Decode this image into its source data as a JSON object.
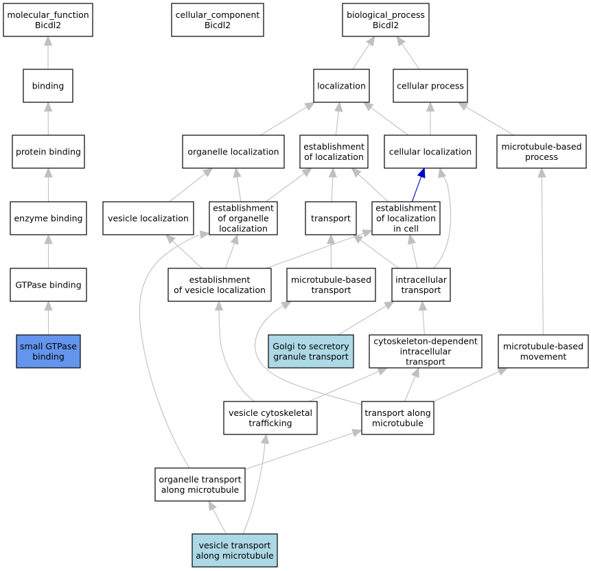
{
  "colors": {
    "default_fill": "#ffffff",
    "query_fill": "#6495ed",
    "annotated_fill": "#add8e6",
    "edge_gray": "#c0c0c0",
    "edge_highlight": "#0000cd"
  },
  "nodes": [
    {
      "id": "mf",
      "lines": [
        "molecular_function",
        "Bicdl2"
      ],
      "style": "default"
    },
    {
      "id": "cc",
      "lines": [
        "cellular_component",
        "Bicdl2"
      ],
      "style": "default"
    },
    {
      "id": "bp",
      "lines": [
        "biological_process",
        "Bicdl2"
      ],
      "style": "default"
    },
    {
      "id": "binding",
      "lines": [
        "binding"
      ],
      "style": "default"
    },
    {
      "id": "localization",
      "lines": [
        "localization"
      ],
      "style": "default"
    },
    {
      "id": "cellular_process",
      "lines": [
        "cellular process"
      ],
      "style": "default"
    },
    {
      "id": "protein_binding",
      "lines": [
        "protein binding"
      ],
      "style": "default"
    },
    {
      "id": "organelle_localization",
      "lines": [
        "organelle localization"
      ],
      "style": "default"
    },
    {
      "id": "establishment_of_localization",
      "lines": [
        "establishment",
        "of localization"
      ],
      "style": "default"
    },
    {
      "id": "cellular_localization",
      "lines": [
        "cellular localization"
      ],
      "style": "default"
    },
    {
      "id": "microtubule_based_process",
      "lines": [
        "microtubule-based",
        "process"
      ],
      "style": "default"
    },
    {
      "id": "enzyme_binding",
      "lines": [
        "enzyme binding"
      ],
      "style": "default"
    },
    {
      "id": "vesicle_localization",
      "lines": [
        "vesicle localization"
      ],
      "style": "default"
    },
    {
      "id": "establishment_of_organelle_localization",
      "lines": [
        "establishment",
        "of organelle",
        "localization"
      ],
      "style": "default"
    },
    {
      "id": "transport",
      "lines": [
        "transport"
      ],
      "style": "default"
    },
    {
      "id": "establishment_of_localization_in_cell",
      "lines": [
        "establishment",
        "of localization",
        "in cell"
      ],
      "style": "default"
    },
    {
      "id": "gtpase_binding",
      "lines": [
        "GTPase binding"
      ],
      "style": "default"
    },
    {
      "id": "establishment_of_vesicle_localization",
      "lines": [
        "establishment",
        "of vesicle localization"
      ],
      "style": "default"
    },
    {
      "id": "microtubule_based_transport",
      "lines": [
        "microtubule-based",
        "transport"
      ],
      "style": "default"
    },
    {
      "id": "intracellular_transport",
      "lines": [
        "intracellular",
        "transport"
      ],
      "style": "default"
    },
    {
      "id": "small_gtpase_binding",
      "lines": [
        "small GTPase",
        "binding"
      ],
      "style": "query"
    },
    {
      "id": "golgi_to_secretory",
      "lines": [
        "Golgi to secretory",
        "granule transport"
      ],
      "style": "annotated"
    },
    {
      "id": "cytoskeleton_dependent",
      "lines": [
        "cytoskeleton-dependent",
        "intracellular",
        "transport"
      ],
      "style": "default"
    },
    {
      "id": "microtubule_based_movement",
      "lines": [
        "microtubule-based",
        "movement"
      ],
      "style": "default"
    },
    {
      "id": "vesicle_cytoskeletal_trafficking",
      "lines": [
        "vesicle cytoskeletal",
        "trafficking"
      ],
      "style": "default"
    },
    {
      "id": "transport_along_microtubule",
      "lines": [
        "transport along",
        "microtubule"
      ],
      "style": "default"
    },
    {
      "id": "organelle_transport_along_microtubule",
      "lines": [
        "organelle transport",
        "along microtubule"
      ],
      "style": "default"
    },
    {
      "id": "vesicle_transport_along_microtubule",
      "lines": [
        "vesicle transport",
        "along microtubule"
      ],
      "style": "annotated"
    }
  ],
  "edges": [
    {
      "from": "binding",
      "to": "mf"
    },
    {
      "from": "protein_binding",
      "to": "binding"
    },
    {
      "from": "enzyme_binding",
      "to": "protein_binding"
    },
    {
      "from": "gtpase_binding",
      "to": "enzyme_binding"
    },
    {
      "from": "small_gtpase_binding",
      "to": "gtpase_binding"
    },
    {
      "from": "localization",
      "to": "bp"
    },
    {
      "from": "cellular_process",
      "to": "bp"
    },
    {
      "from": "organelle_localization",
      "to": "localization"
    },
    {
      "from": "establishment_of_localization",
      "to": "localization"
    },
    {
      "from": "cellular_localization",
      "to": "localization"
    },
    {
      "from": "cellular_localization",
      "to": "cellular_process"
    },
    {
      "from": "microtubule_based_process",
      "to": "cellular_process"
    },
    {
      "from": "vesicle_localization",
      "to": "organelle_localization"
    },
    {
      "from": "establishment_of_organelle_localization",
      "to": "organelle_localization"
    },
    {
      "from": "establishment_of_organelle_localization",
      "to": "establishment_of_localization"
    },
    {
      "from": "transport",
      "to": "establishment_of_localization"
    },
    {
      "from": "establishment_of_localization_in_cell",
      "to": "establishment_of_localization"
    },
    {
      "from": "establishment_of_localization_in_cell",
      "to": "cellular_localization",
      "highlight": true
    },
    {
      "from": "establishment_of_vesicle_localization",
      "to": "vesicle_localization"
    },
    {
      "from": "establishment_of_vesicle_localization",
      "to": "establishment_of_organelle_localization"
    },
    {
      "from": "establishment_of_vesicle_localization",
      "to": "establishment_of_localization_in_cell"
    },
    {
      "from": "microtubule_based_transport",
      "to": "transport"
    },
    {
      "from": "intracellular_transport",
      "to": "transport"
    },
    {
      "from": "intracellular_transport",
      "to": "establishment_of_localization_in_cell"
    },
    {
      "from": "intracellular_transport",
      "to": "cellular_localization"
    },
    {
      "from": "golgi_to_secretory",
      "to": "intracellular_transport"
    },
    {
      "from": "cytoskeleton_dependent",
      "to": "intracellular_transport"
    },
    {
      "from": "microtubule_based_movement",
      "to": "microtubule_based_process"
    },
    {
      "from": "vesicle_cytoskeletal_trafficking",
      "to": "establishment_of_vesicle_localization"
    },
    {
      "from": "vesicle_cytoskeletal_trafficking",
      "to": "cytoskeleton_dependent"
    },
    {
      "from": "transport_along_microtubule",
      "to": "microtubule_based_transport"
    },
    {
      "from": "transport_along_microtubule",
      "to": "cytoskeleton_dependent"
    },
    {
      "from": "transport_along_microtubule",
      "to": "microtubule_based_movement"
    },
    {
      "from": "organelle_transport_along_microtubule",
      "to": "establishment_of_organelle_localization"
    },
    {
      "from": "organelle_transport_along_microtubule",
      "to": "transport_along_microtubule"
    },
    {
      "from": "vesicle_transport_along_microtubule",
      "to": "organelle_transport_along_microtubule"
    },
    {
      "from": "vesicle_transport_along_microtubule",
      "to": "vesicle_cytoskeletal_trafficking"
    }
  ]
}
